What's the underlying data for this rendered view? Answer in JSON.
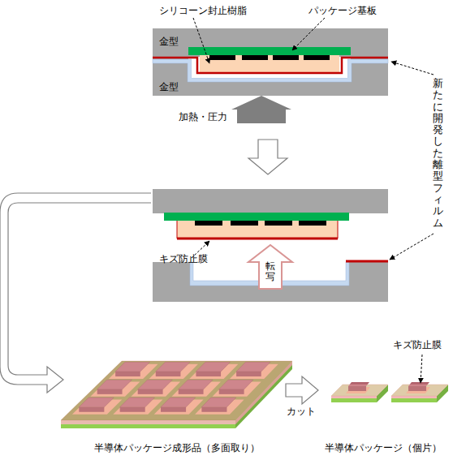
{
  "diagram": {
    "labels": [
      "シリコーン封止樹脂",
      "パッケージ基板",
      "金型",
      "金型",
      "加熱・圧力",
      "新たに開発した離型フィルム",
      "キズ防止膜",
      "転写",
      "カット",
      "キズ防止膜",
      "半導体パッケージ成形品（多面取り）",
      "半導体パッケージ（個片）"
    ]
  }
}
